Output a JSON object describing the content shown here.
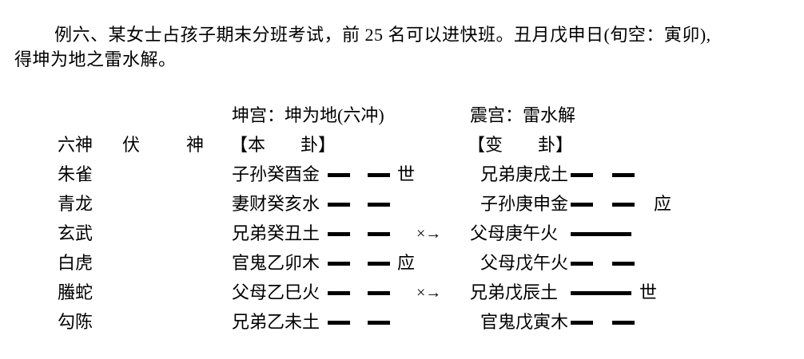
{
  "page": {
    "background_color": "#ffffff",
    "text_color": "#000000"
  },
  "paragraph": {
    "line1": "例六、某女士占孩子期末分班考试，前 25 名可以进快班。丑月戊申日(旬空：寅卯),",
    "line2": "得坤为地之雷水解。"
  },
  "table": {
    "ben_gong_title": "坤宫：坤为地(六冲)",
    "bian_gong_title": "震宫：雷水解",
    "col_liushen": "六神",
    "col_fushen_a": "伏",
    "col_fushen_b": "神",
    "col_ben": "【本　　卦】",
    "col_bian": "【变　　卦】",
    "rows": [
      {
        "liushen": "朱雀",
        "ben_text": "子孙癸酉金",
        "ben_line": "broken",
        "ben_marker": "世",
        "arrow": "",
        "bian_text": "兄弟庚戌土",
        "bian_line": "broken",
        "bian_marker": ""
      },
      {
        "liushen": "青龙",
        "ben_text": "妻财癸亥水",
        "ben_line": "broken",
        "ben_marker": "",
        "arrow": "",
        "bian_text": "子孙庚申金",
        "bian_line": "broken",
        "bian_marker": "应"
      },
      {
        "liushen": "玄武",
        "ben_text": "兄弟癸丑土",
        "ben_line": "broken",
        "ben_marker": "",
        "arrow": "×→",
        "bian_text": "父母庚午火",
        "bian_line": "solid",
        "bian_marker": ""
      },
      {
        "liushen": "白虎",
        "ben_text": "官鬼乙卯木",
        "ben_line": "broken",
        "ben_marker": "应",
        "arrow": "",
        "bian_text": "父母戊午火",
        "bian_line": "broken",
        "bian_marker": ""
      },
      {
        "liushen": "螣蛇",
        "ben_text": "父母乙巳火",
        "ben_line": "broken",
        "ben_marker": "",
        "arrow": "×→",
        "bian_text": "兄弟戊辰土",
        "bian_line": "solid",
        "bian_marker": "世"
      },
      {
        "liushen": "勾陈",
        "ben_text": "兄弟乙未土",
        "ben_line": "broken",
        "ben_marker": "",
        "arrow": "",
        "bian_text": "官鬼戊寅木",
        "bian_line": "broken",
        "bian_marker": ""
      }
    ]
  }
}
